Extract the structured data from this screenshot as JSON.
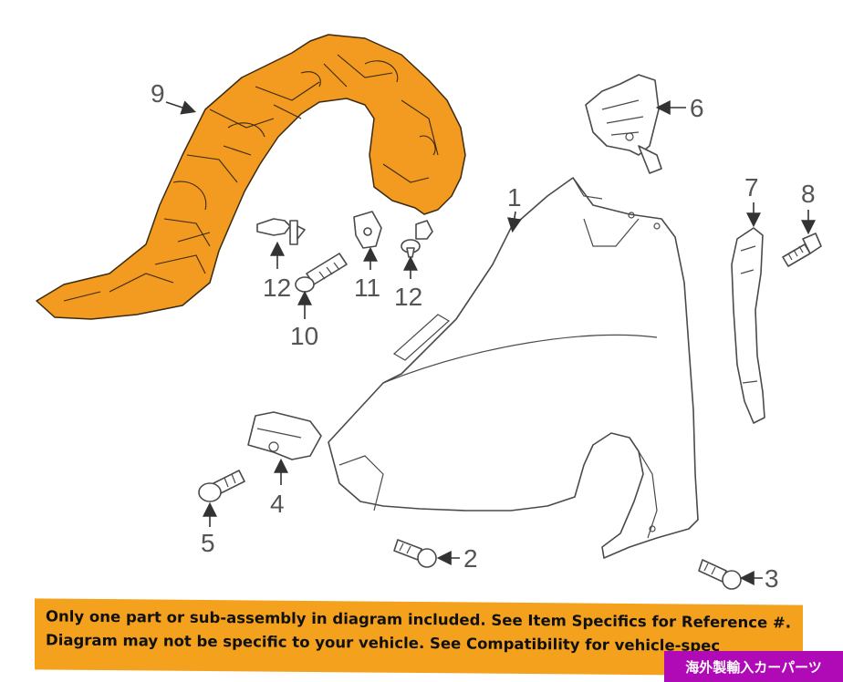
{
  "diagram": {
    "callouts": {
      "c1": "1",
      "c2": "2",
      "c3": "3",
      "c4": "4",
      "c5": "5",
      "c6": "6",
      "c7": "7",
      "c8": "8",
      "c9": "9",
      "c10": "10",
      "c11": "11",
      "c12a": "12",
      "c12b": "12"
    },
    "highlight_color": "#f39a21"
  },
  "notice": {
    "line1": "Only one part or sub-assembly in diagram included. See Item Specifics for Reference #.",
    "line2": "Diagram may not be specific to your vehicle. See Compatibility for vehicle-spec"
  },
  "badge": {
    "label": "海外製輸入カーパーツ",
    "color": "#b00ab7"
  }
}
